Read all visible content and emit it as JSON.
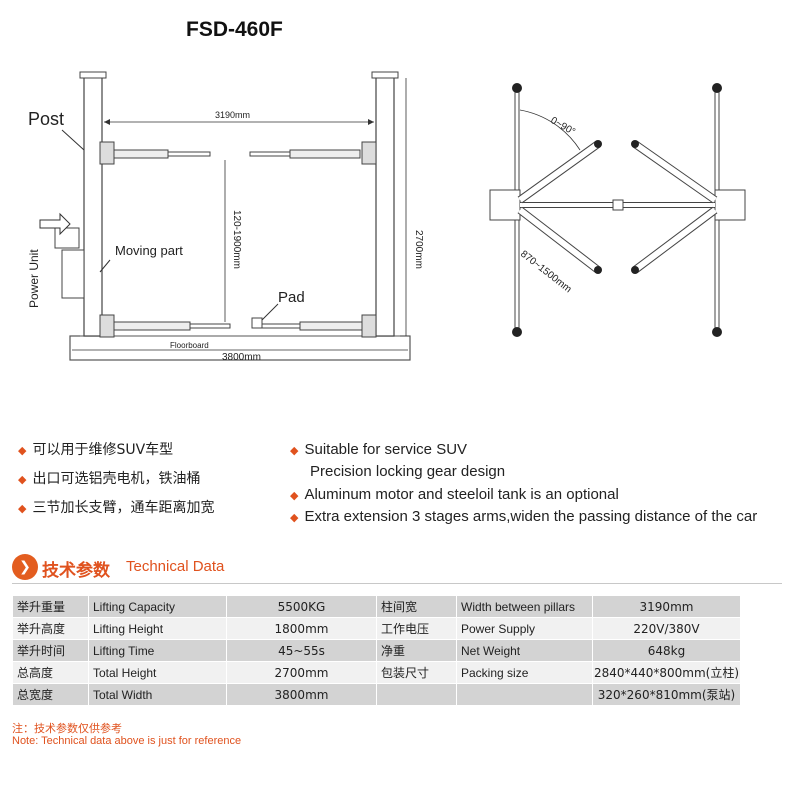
{
  "model": "FSD-460F",
  "diagram": {
    "labels": {
      "post": "Post",
      "power_unit": "Power Unit",
      "moving_part": "Moving part",
      "pad": "Pad",
      "floorboard": "Floorboard",
      "width_between_posts": "3190mm",
      "overall_height": "2700mm",
      "lift_range": "120-1900mm",
      "total_width": "3800mm",
      "swing_angle": "0~90°",
      "arm_reach": "870~1500mm"
    }
  },
  "features_cn": [
    "可以用于维修SUV车型",
    "出口可选铝壳电机，铁油桶",
    "三节加长支臂，通车距离加宽"
  ],
  "features_en": [
    "Suitable for service SUV",
    "Precision locking gear design",
    "Aluminum motor and steeloil tank is an optional",
    "Extra extension 3 stages arms,widen the passing distance of the car"
  ],
  "tech_section": {
    "icon": "chevron-right-icon",
    "title_cn": "技术参数",
    "title_en": "Technical Data"
  },
  "specs": [
    [
      "举升重量",
      "Lifting Capacity",
      "5500KG",
      "柱间宽",
      "Width between pillars",
      "3190mm"
    ],
    [
      "举升高度",
      "Lifting Height",
      "1800mm",
      "工作电压",
      "Power Supply",
      "220V/380V"
    ],
    [
      "举升时间",
      "Lifting Time",
      "45~55s",
      "净重",
      "Net Weight",
      "648kg"
    ],
    [
      "总高度",
      "Total Height",
      "2700mm",
      "包装尺寸",
      "Packing size",
      "2840*440*800mm(立柱)"
    ],
    [
      "总宽度",
      "Total Width",
      "3800mm",
      "",
      "",
      "320*260*810mm(泵站)"
    ]
  ],
  "note_cn": "注：技术参数仅供参考",
  "note_en": "Note: Technical data above is just for reference",
  "colors": {
    "accent": "#e0521e",
    "row_dark": "#d3d3d3",
    "row_light": "#f1f1f1"
  }
}
